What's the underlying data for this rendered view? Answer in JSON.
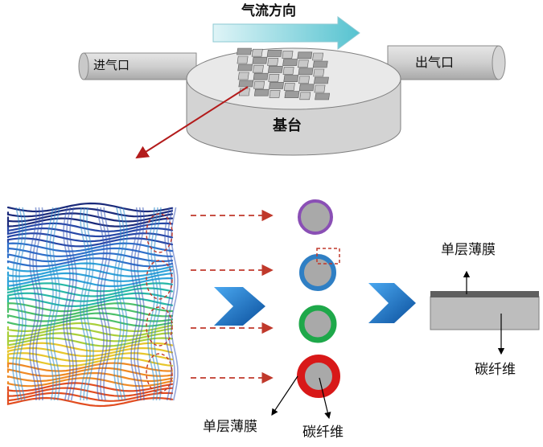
{
  "reactor": {
    "airflow_direction": "气流方向",
    "inlet": "进气口",
    "outlet": "出气口",
    "substrate": "基台"
  },
  "fiber_cross_sections": [
    {
      "ring_color": "#8a4fb5"
    },
    {
      "ring_color": "#2f7fc4"
    },
    {
      "ring_color": "#1ea84a"
    },
    {
      "ring_color": "#d81818"
    }
  ],
  "section_labels": {
    "film": "单层薄膜",
    "fiber": "碳纤维"
  },
  "planar_labels": {
    "film": "单层薄膜",
    "fiber": "碳纤维"
  },
  "colors": {
    "core_gray": "#a9a9a9",
    "cylinder_gray": "#d9d9d9",
    "accent_blue": "#1f78c8",
    "dash_red": "#c0392b"
  }
}
